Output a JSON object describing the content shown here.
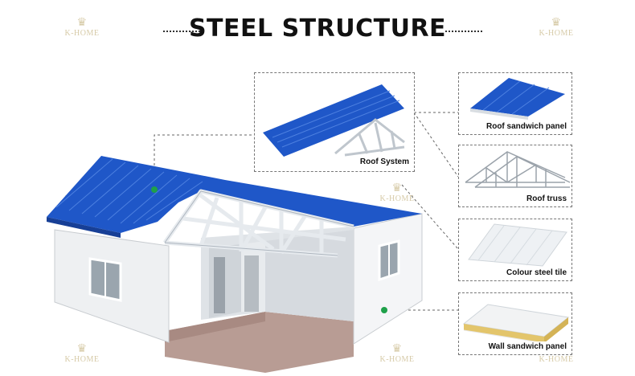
{
  "title": "STEEL STRUCTURE",
  "brand_watermark": "K-HOME",
  "watermark_icon": "crown-icon",
  "colors": {
    "roof_blue": "#1f57c8",
    "wall_white": "#f1f3f5",
    "floor": "#b89c94",
    "accent_green": "#1fa04a",
    "truss": "#e6eaee"
  },
  "components": [
    {
      "id": "roof-system",
      "label": "Roof System"
    },
    {
      "id": "roof-sandwich-panel",
      "label": "Roof sandwich panel"
    },
    {
      "id": "roof-truss",
      "label": "Roof truss"
    },
    {
      "id": "colour-steel-tile",
      "label": "Colour steel tile"
    },
    {
      "id": "wall-sandwich-panel",
      "label": "Wall sandwich panel"
    }
  ]
}
